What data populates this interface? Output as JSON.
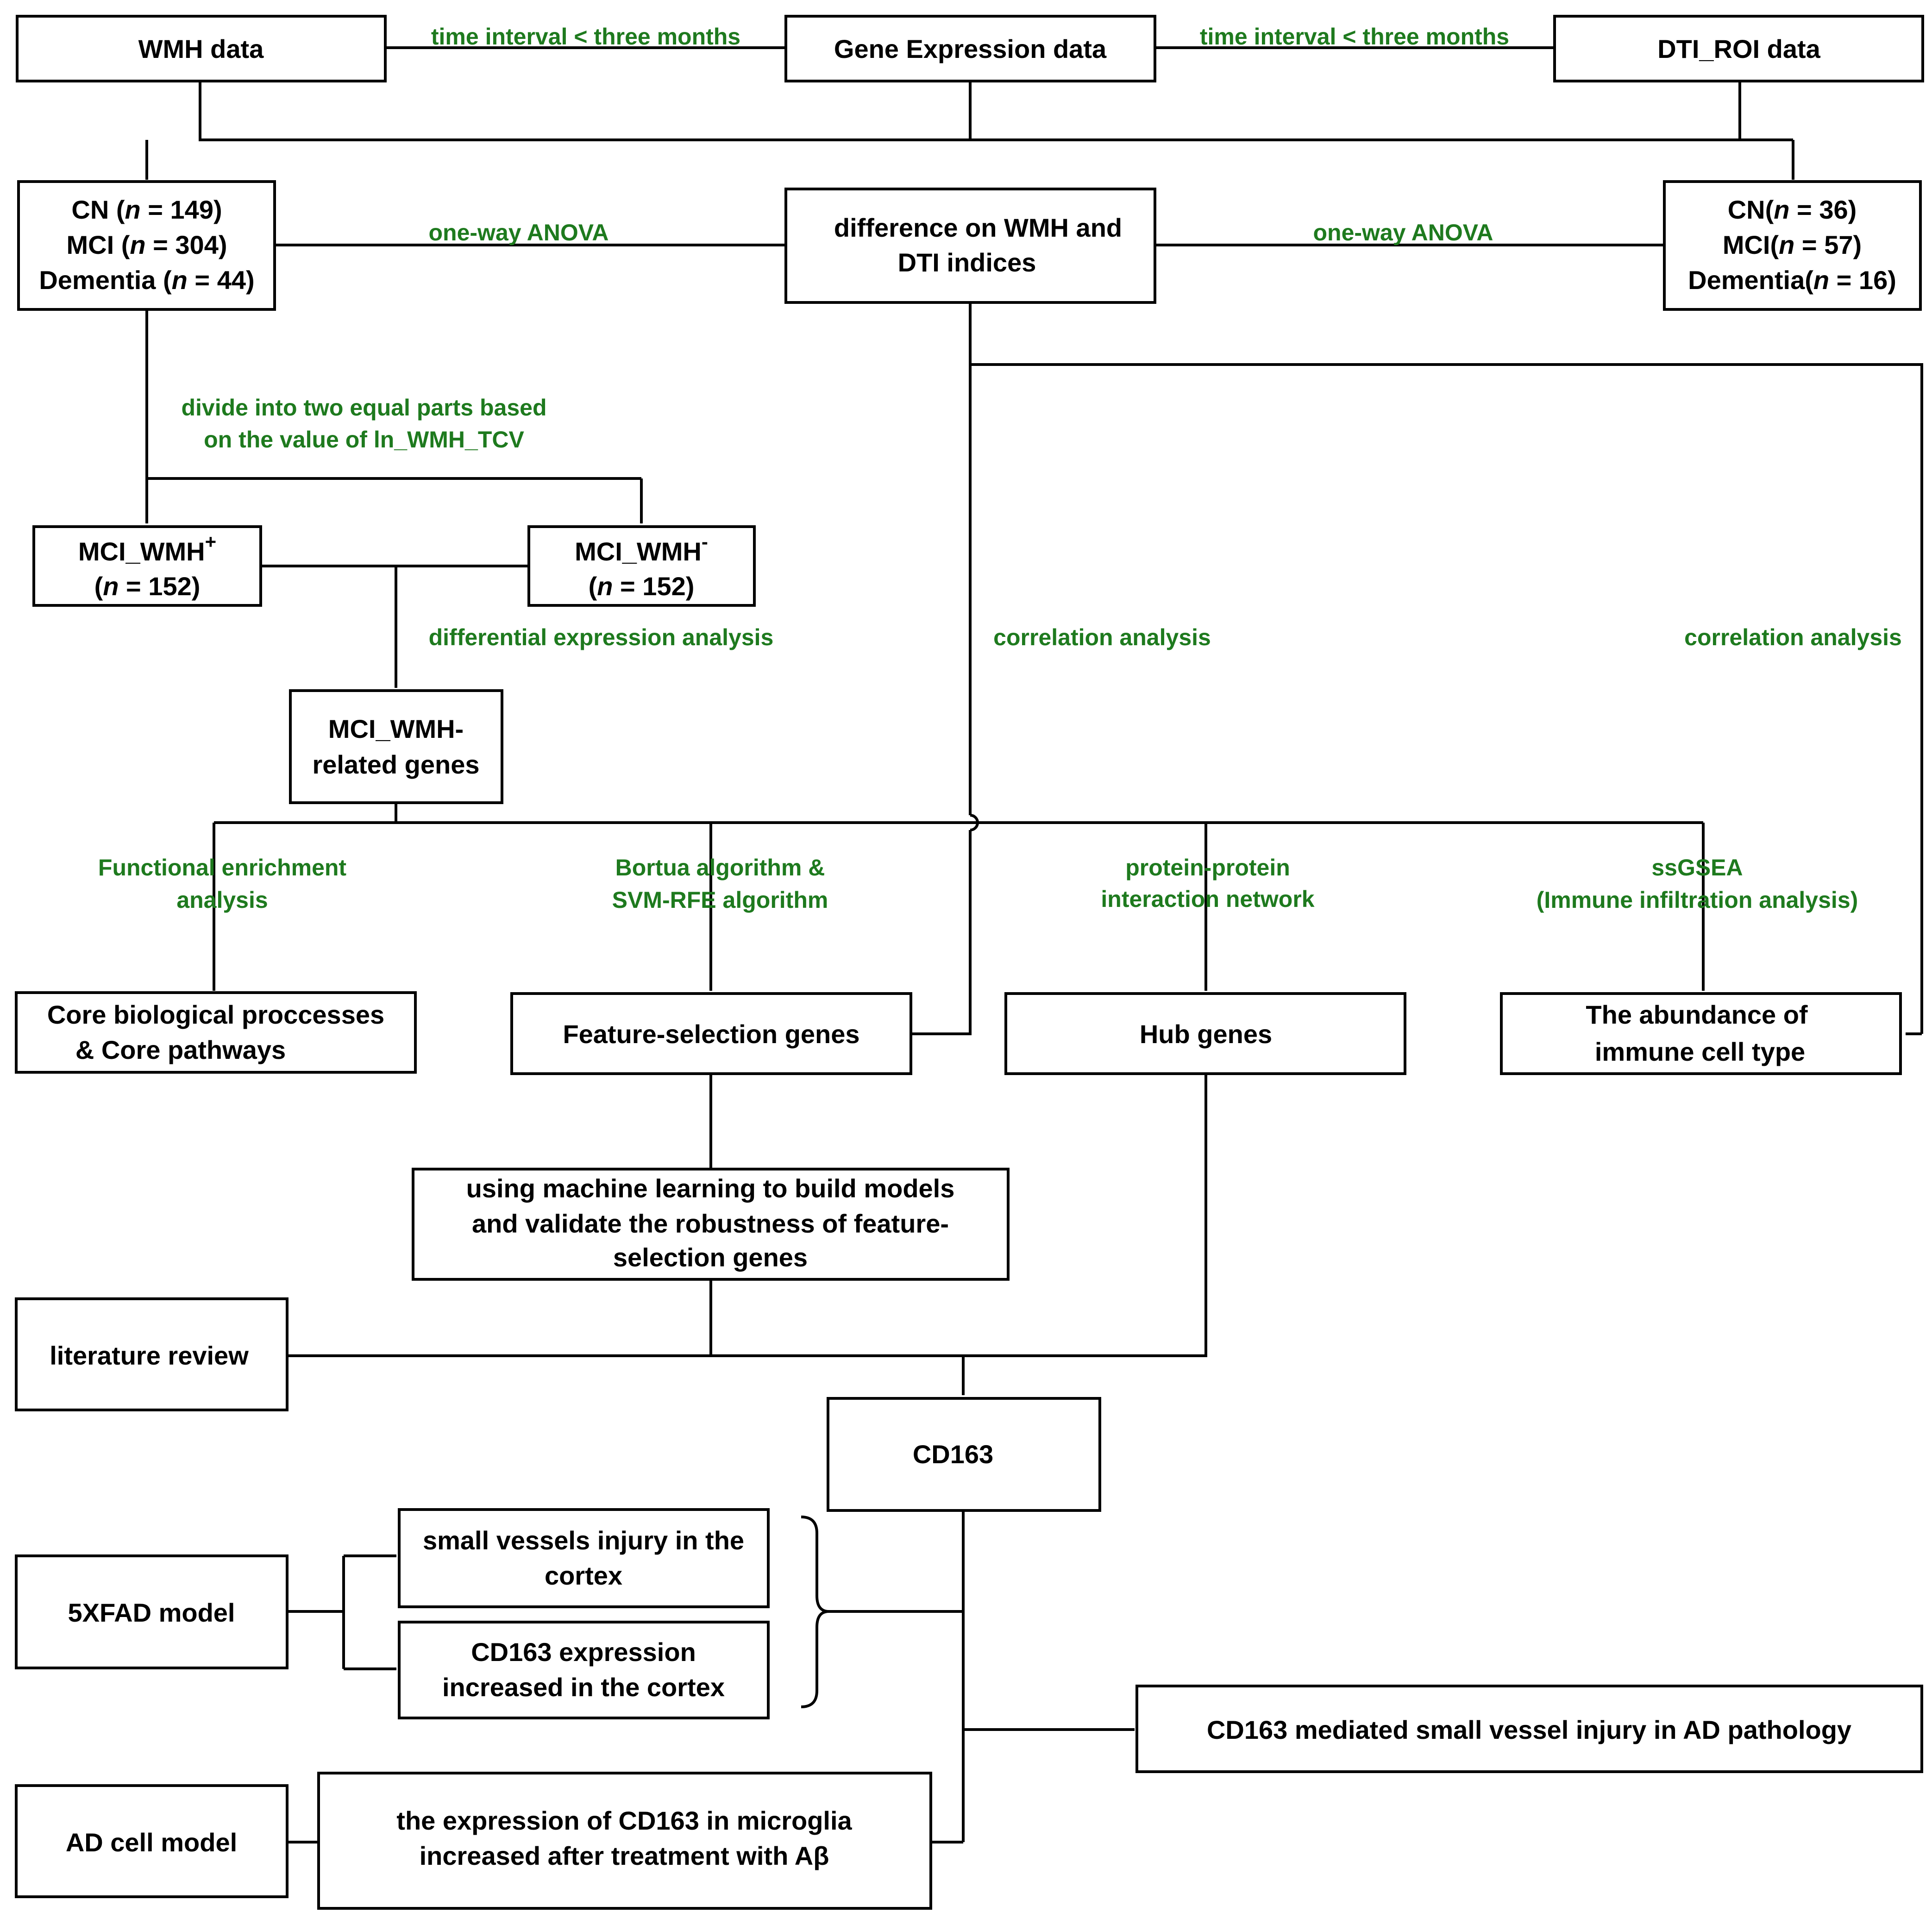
{
  "boxes": {
    "wmh_data": "WMH data",
    "gene_expression_data": "Gene Expression data",
    "dti_roi_data": "DTI_ROI data",
    "wmh_groups": {
      "cn_label": "CN",
      "cn_n": "149",
      "mci_label": "MCI",
      "mci_n": "304",
      "dementia_label": "Dementia",
      "dementia_n": "44"
    },
    "difference": [
      "difference on WMH and",
      "DTI indices"
    ],
    "dti_groups": {
      "cn_label": "CN",
      "cn_n": "36",
      "mci_label": "MCI",
      "mci_n": "57",
      "dementia_label": "Dementia",
      "dementia_n": "16"
    },
    "mci_wmh_plus": {
      "name": "MCI_WMH",
      "sup": "+",
      "n": "152"
    },
    "mci_wmh_minus": {
      "name": "MCI_WMH",
      "sup": "-",
      "n": "152"
    },
    "related_genes": [
      "MCI_WMH-",
      "related genes"
    ],
    "core_processes": [
      "Core biological proccesses",
      "& Core pathways"
    ],
    "feature_selection_genes": "Feature-selection genes",
    "hub_genes": "Hub genes",
    "immune_abundance": [
      "The abundance of",
      "immune cell type"
    ],
    "ml_models": [
      "using machine learning to build models",
      "and validate the robustness of feature-",
      "selection genes"
    ],
    "literature_review": "literature review",
    "cd163": "CD163",
    "model_5xfad": "5XFAD model",
    "small_vessels_injury": [
      "small vessels injury in the",
      "cortex"
    ],
    "cd163_expression_cortex": [
      "CD163 expression",
      "increased in the cortex"
    ],
    "ad_cell_model": "AD cell model",
    "microglia_expression": [
      "the expression of CD163 in microglia",
      "increased after treatment with Aβ"
    ],
    "conclusion": "CD163 mediated small vessel injury in AD pathology"
  },
  "labels": {
    "time_interval_left": "time interval < three months",
    "time_interval_right": "time interval < three months",
    "anova_left": "one-way ANOVA",
    "anova_right": "one-way ANOVA",
    "divide": [
      "divide into two equal parts based",
      "on the value of ln_WMH_TCV"
    ],
    "differential_expression": "differential expression analysis",
    "correlation_center": "correlation analysis",
    "correlation_right": "correlation analysis",
    "functional_enrichment": [
      "Functional enrichment",
      "analysis"
    ],
    "bortua_svm": [
      "Bortua algorithm &",
      "SVM-RFE algorithm"
    ],
    "ppi_network": [
      "protein-protein",
      "interaction network"
    ],
    "ssgsea": [
      "ssGSEA",
      "(Immune infiltration analysis)"
    ]
  },
  "colors": {
    "label_green": "#1e7a1e",
    "line_black": "#000000"
  }
}
